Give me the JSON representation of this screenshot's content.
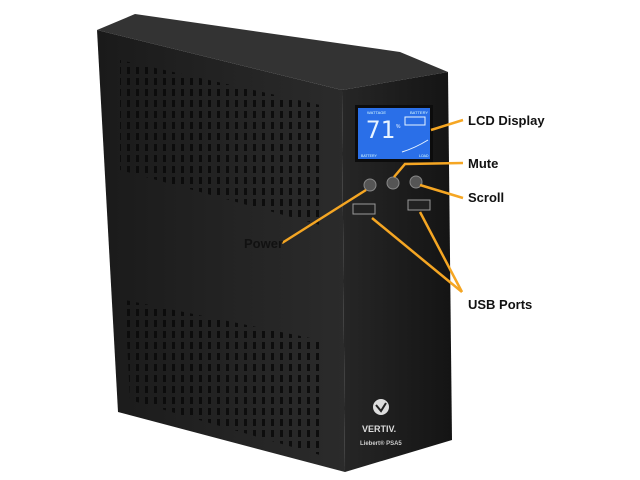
{
  "callouts": {
    "lcd": "LCD Display",
    "mute": "Mute",
    "scroll": "Scroll",
    "power": "Power",
    "usb": "USB Ports"
  },
  "lcd_screen": {
    "watts_label": "WATTAGE",
    "battery_label": "BATTERY",
    "value": "71",
    "unit": "%",
    "bottom_left": "BATTERY",
    "bottom_right": "LOAD"
  },
  "branding": {
    "logo": "VERTIV.",
    "model": "Liebert® PSA5"
  },
  "colors": {
    "callout": "#f5a623",
    "lcd": "#2a6fe8",
    "body": "#1d1d1d"
  }
}
